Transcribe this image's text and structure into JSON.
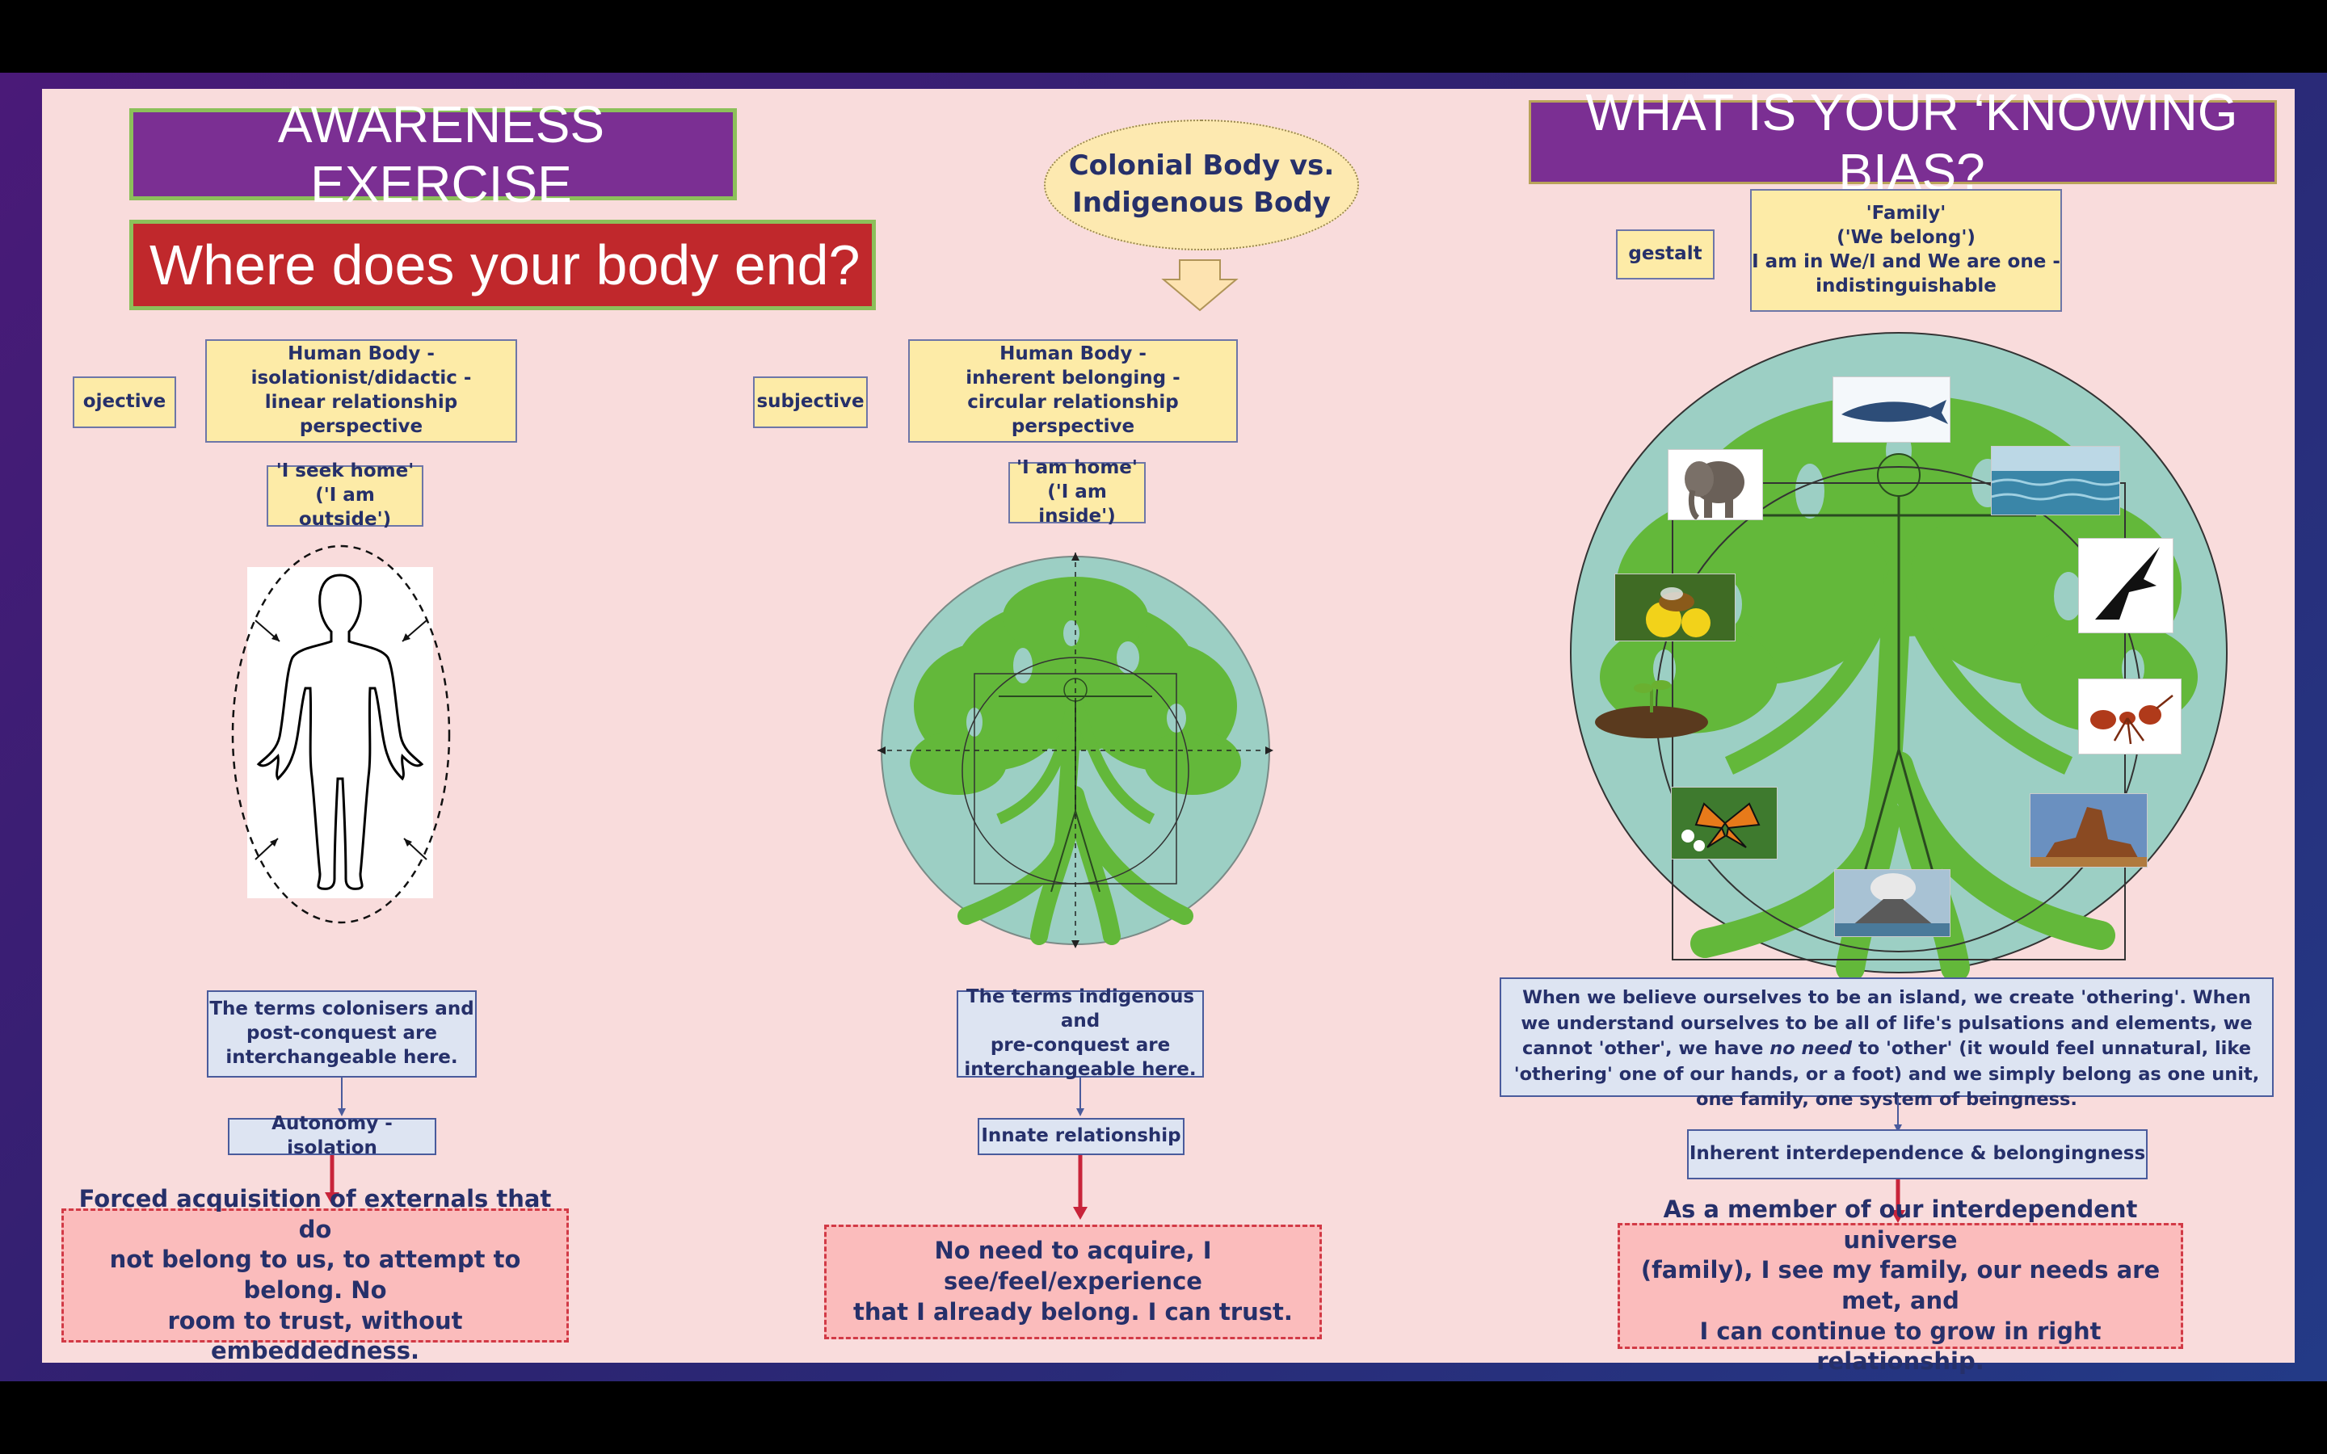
{
  "header": {
    "awareness_title": "AWARENESS EXERCISE",
    "question": "Where does your body end?",
    "center_title": "Colonial Body vs.\nIndigenous Body",
    "right_title": "WHAT IS YOUR ‘KNOWING BIAS?"
  },
  "left": {
    "tag": "ojective",
    "body_box": "Human Body -\nisolationist/didactic -\nlinear relationship perspective",
    "home_box": "'I seek home'\n('I am outside')",
    "terms_box": "The terms colonisers and\npost-conquest are\ninterchangeable here.",
    "result_box": "Autonomy - isolation",
    "conclusion": "Forced acquisition of externals that do\nnot belong to us, to attempt to belong. No\nroom to trust, without embeddedness."
  },
  "middle": {
    "tag": "subjective",
    "body_box": "Human Body -\ninherent belonging  -\ncircular relationship perspective",
    "home_box": "'I am home'\n('I am inside')",
    "terms_box": "The terms indigenous and\npre-conquest are\ninterchangeable here.",
    "result_box": "Innate relationship",
    "conclusion": "No need to acquire, I see/feel/experience\nthat I already belong. I can trust."
  },
  "right": {
    "tag": "gestalt",
    "family_box": "'Family'\n('We belong')\nI am in We/I and We are one -\nindistinguishable",
    "statement_parts": {
      "part1": "When we believe ourselves to be an island, we create 'othering'. When we understand ourselves to be all of life's pulsations and elements, we cannot 'other', we have ",
      "emphasis": "no need",
      "part2": " to 'other' (it would feel unnatural, like 'othering' one of our hands, or a foot) and we simply belong as one unit, one family, one system of beingness."
    },
    "result_box": "Inherent interdependence & belongingness",
    "conclusion": "As a member of our interdependent universe\n(family), I see my family, our needs are met, and\nI can continue to grow in right relationship."
  },
  "images": {
    "outline_figure": "human-body-outline",
    "tree_vitruvian": "tree-of-life-vitruvian-man",
    "circle_items": [
      "whale",
      "elephant",
      "ocean",
      "bee-on-flower",
      "eagle",
      "seedling-in-soil",
      "ant",
      "monarch-butterfly",
      "rock-formation",
      "volcano"
    ]
  },
  "colors": {
    "slide_bg": "#f9dcdc",
    "purple": "#7b2f93",
    "red": "#c0282c",
    "green_border": "#8cc05a",
    "navy_text": "#26306a",
    "arrow_red": "#c8243a",
    "tree_green": "#62b83a",
    "circle_fill": "#9ccfc4"
  }
}
